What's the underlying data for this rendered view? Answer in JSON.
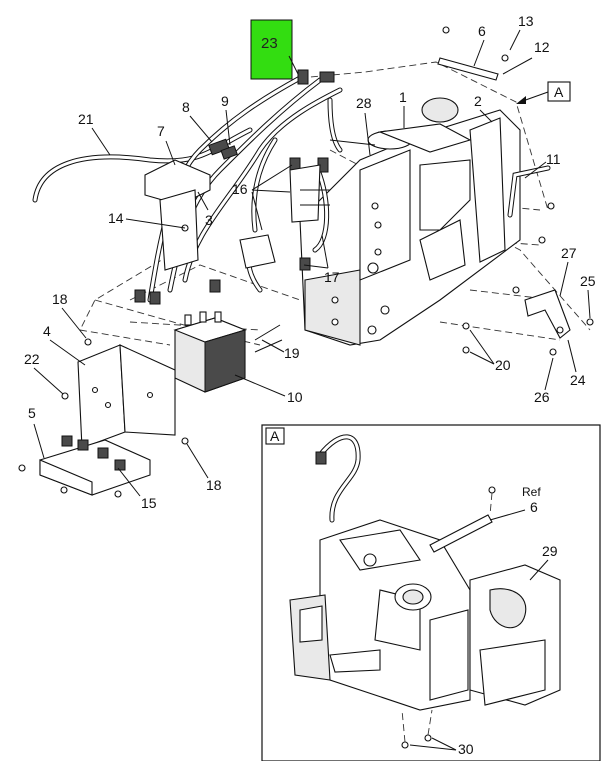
{
  "highlight": {
    "label": "23",
    "color": "#33dd11"
  },
  "callouts": [
    "21",
    "8",
    "9",
    "7",
    "1",
    "28",
    "2",
    "3",
    "16",
    "14",
    "13",
    "6",
    "12",
    "11",
    "27",
    "25",
    "17",
    "18",
    "4",
    "22",
    "19",
    "20",
    "10",
    "24",
    "26",
    "5",
    "15",
    "18",
    "Ref",
    "6",
    "29",
    "30"
  ],
  "views": {
    "main": "A",
    "detail": "A"
  },
  "colors": {
    "line": "#111111",
    "highlight": "#33dd11"
  }
}
